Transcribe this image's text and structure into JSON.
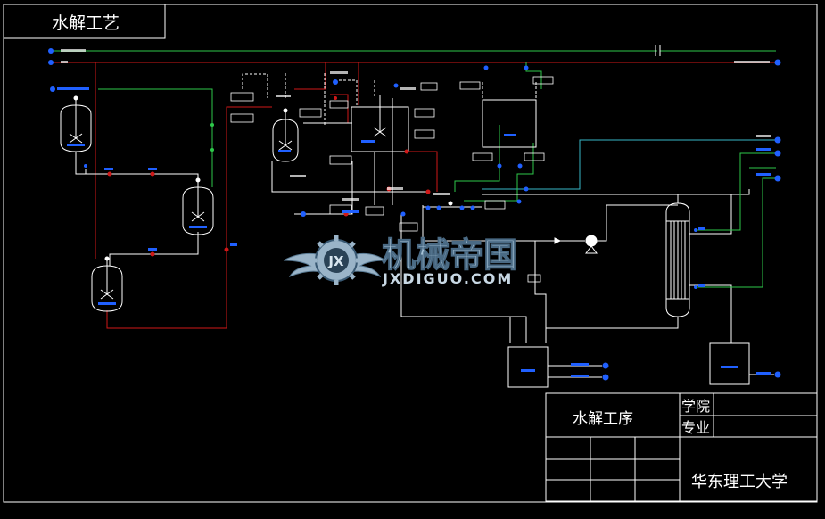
{
  "drawing": {
    "title": "水解工艺",
    "background": "#000000",
    "line_colors": {
      "frame": "#ffffff",
      "process": "#ffffff",
      "hot": "#d01818",
      "green": "#2ec84a",
      "cyan": "#38b8c8",
      "instrument": "#2060ff"
    }
  },
  "title_block": {
    "process_name": "水解工序",
    "school_label": "学院",
    "major_label": "专业",
    "university": "华东理工大学"
  },
  "watermark": {
    "brand_cn": "机械帝国",
    "brand_url": "JXDIGUO.COM",
    "logo_letters": "JX"
  }
}
